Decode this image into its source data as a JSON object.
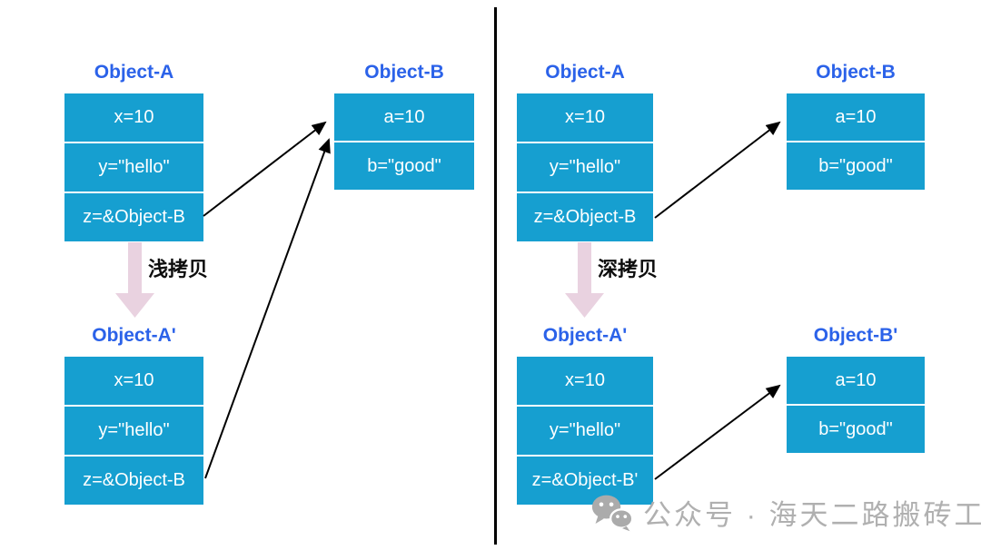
{
  "diagram": {
    "left": {
      "copy_label": "浅拷贝",
      "object_a": {
        "title": "Object-A",
        "cells": [
          "x=10",
          "y=\"hello\"",
          "z=&Object-B"
        ]
      },
      "object_b": {
        "title": "Object-B",
        "cells": [
          "a=10",
          "b=\"good\""
        ]
      },
      "object_a_copy": {
        "title": "Object-A'",
        "cells": [
          "x=10",
          "y=\"hello\"",
          "z=&Object-B"
        ]
      }
    },
    "right": {
      "copy_label": "深拷贝",
      "object_a": {
        "title": "Object-A",
        "cells": [
          "x=10",
          "y=\"hello\"",
          "z=&Object-B"
        ]
      },
      "object_b": {
        "title": "Object-B",
        "cells": [
          "a=10",
          "b=\"good\""
        ]
      },
      "object_a_copy": {
        "title": "Object-A'",
        "cells": [
          "x=10",
          "y=\"hello\"",
          "z=&Object-B'"
        ]
      },
      "object_b_copy": {
        "title": "Object-B'",
        "cells": [
          "a=10",
          "b=\"good\""
        ]
      }
    }
  },
  "watermark": {
    "icon": "wechat-icon",
    "text": "公众号 · 海天二路搬砖工"
  },
  "colors": {
    "cell_fill": "#169fd0",
    "cell_text": "#ffffff",
    "title_text": "#2b62e9",
    "copy_arrow_pink": "#e9d2e0",
    "pointer_arrow": "#000000",
    "divider": "#000000",
    "watermark_gray": "#b0b0b0"
  }
}
